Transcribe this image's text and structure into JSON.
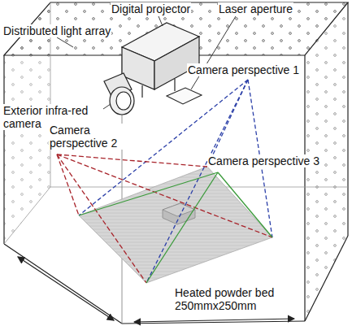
{
  "diagram": {
    "labels": [
      "Digital projector",
      "Laser aperture",
      "Distributed light array",
      "Camera perspective 1",
      "Exterior infra-red camera",
      "Camera perspective 2",
      "Camera perspective 3",
      "Heated powder bed 250mmx250mm"
    ]
  }
}
